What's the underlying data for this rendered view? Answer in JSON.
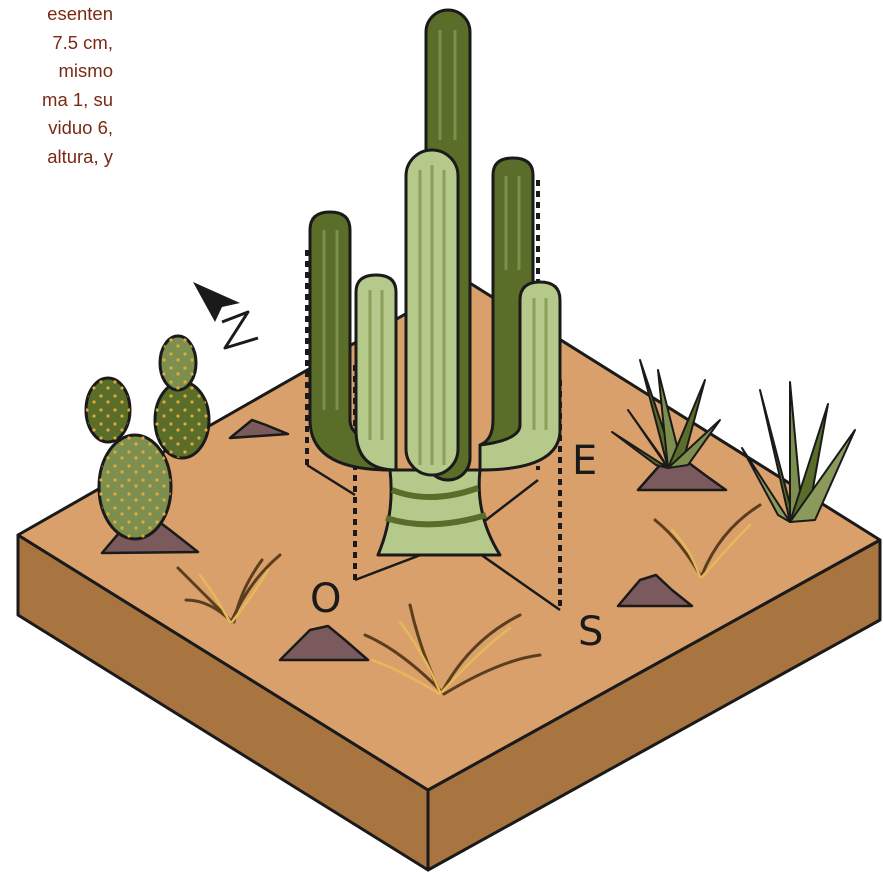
{
  "text_lines": [
    "esenten",
    "7.5 cm,",
    "mismo",
    "ma 1, su",
    "viduo 6,",
    "altura, y"
  ],
  "labels": {
    "north": "N",
    "east": "E",
    "south": "S",
    "west": "O"
  },
  "colors": {
    "text": "#7a2a14",
    "ground_top": "#d9a06b",
    "ground_side": "#a87440",
    "rock": "#7a5a5c",
    "cactus_light": "#b5c98a",
    "cactus_dark": "#5a6e2a",
    "prickly_pear": "#7d8f4e",
    "outline": "#1a1a1a"
  }
}
